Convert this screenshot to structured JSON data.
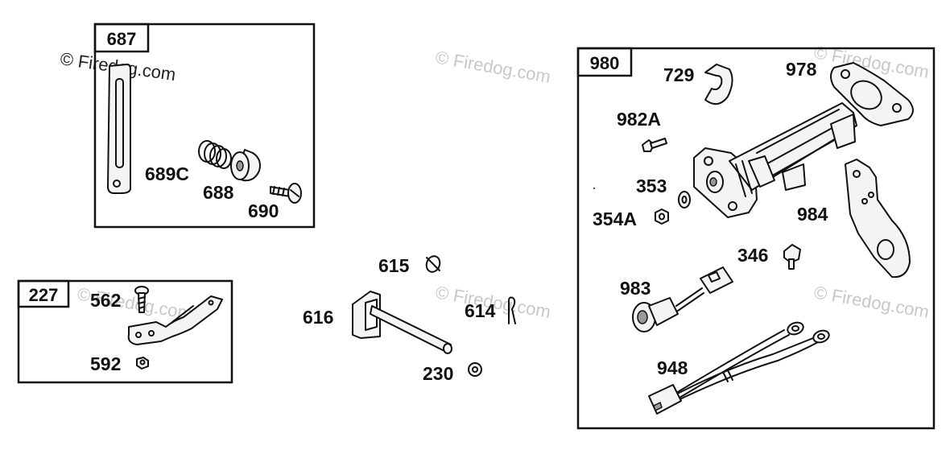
{
  "watermark": "© Firedog.com",
  "group_boxes": [
    {
      "id": "687",
      "label": "687"
    },
    {
      "id": "227",
      "label": "227"
    },
    {
      "id": "980",
      "label": "980"
    }
  ],
  "part_labels": {
    "p689c": "689C",
    "p688": "688",
    "p690": "690",
    "p562": "562",
    "p592": "592",
    "p615": "615",
    "p616": "616",
    "p614": "614",
    "p230": "230",
    "p729": "729",
    "p978": "978",
    "p982a": "982A",
    "p353": "353",
    "p354a": "354A",
    "p984": "984",
    "p346": "346",
    "p983": "983",
    "p948": "948"
  }
}
